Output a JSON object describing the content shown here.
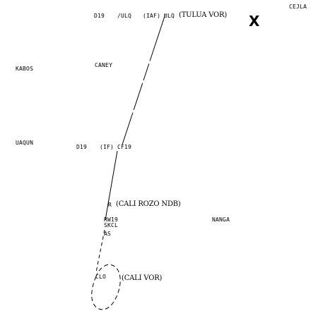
{
  "close_label": "X",
  "top": {
    "d19": "D19",
    "ulq": "/ULQ",
    "iaf": "(IAF)",
    "ulq2": "ULQ",
    "tulua_vor": "(TULUA VOR)",
    "cejla": "CEJLA"
  },
  "fixes": {
    "kabos": "KABOS",
    "caney": "CANEY",
    "uaqun": "UAQUN",
    "nanga": "NANGA"
  },
  "approach": {
    "d19": "D19",
    "if": "(IF)",
    "cf19": "CF19",
    "r": "R",
    "cali_rozo_ndb": "(CALI ROZO NDB)",
    "rw19": "RW19",
    "skcl": "SKCL",
    "as": "AS",
    "clo": "CLO",
    "cali_vor": "(CALI VOR)"
  },
  "colors": {
    "ink": "#000000",
    "background": "#ffffff"
  }
}
